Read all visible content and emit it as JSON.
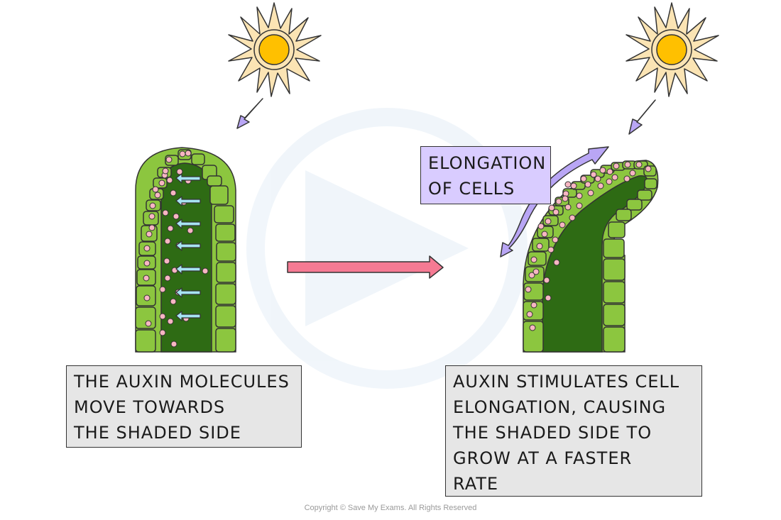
{
  "captions": {
    "left": [
      "THE AUXIN MOLECULES",
      "MOVE TOWARDS",
      "THE SHADED SIDE"
    ],
    "right": [
      "AUXIN STIMULATES CELL",
      "ELONGATION, CAUSING",
      "THE SHADED SIDE TO",
      "GROW AT A FASTER",
      "RATE"
    ]
  },
  "label": [
    "ELONGATION",
    "OF CELLS"
  ],
  "copyright": "Copyright © Save My Exams. All Rights Reserved",
  "colors": {
    "sun_rays": "#fbe4b4",
    "sun_core": "#ffc000",
    "light_arrow": "#b9a6f5",
    "cell_light": "#8cc63f",
    "cell_dark": "#2e6b14",
    "auxin": "#f7b6c2",
    "auxin_move_arrow": "#a6e4f2",
    "transition_arrow": "#f57a93",
    "caption_bg": "#e6e6e6",
    "label_bg": "#d9ccff"
  }
}
